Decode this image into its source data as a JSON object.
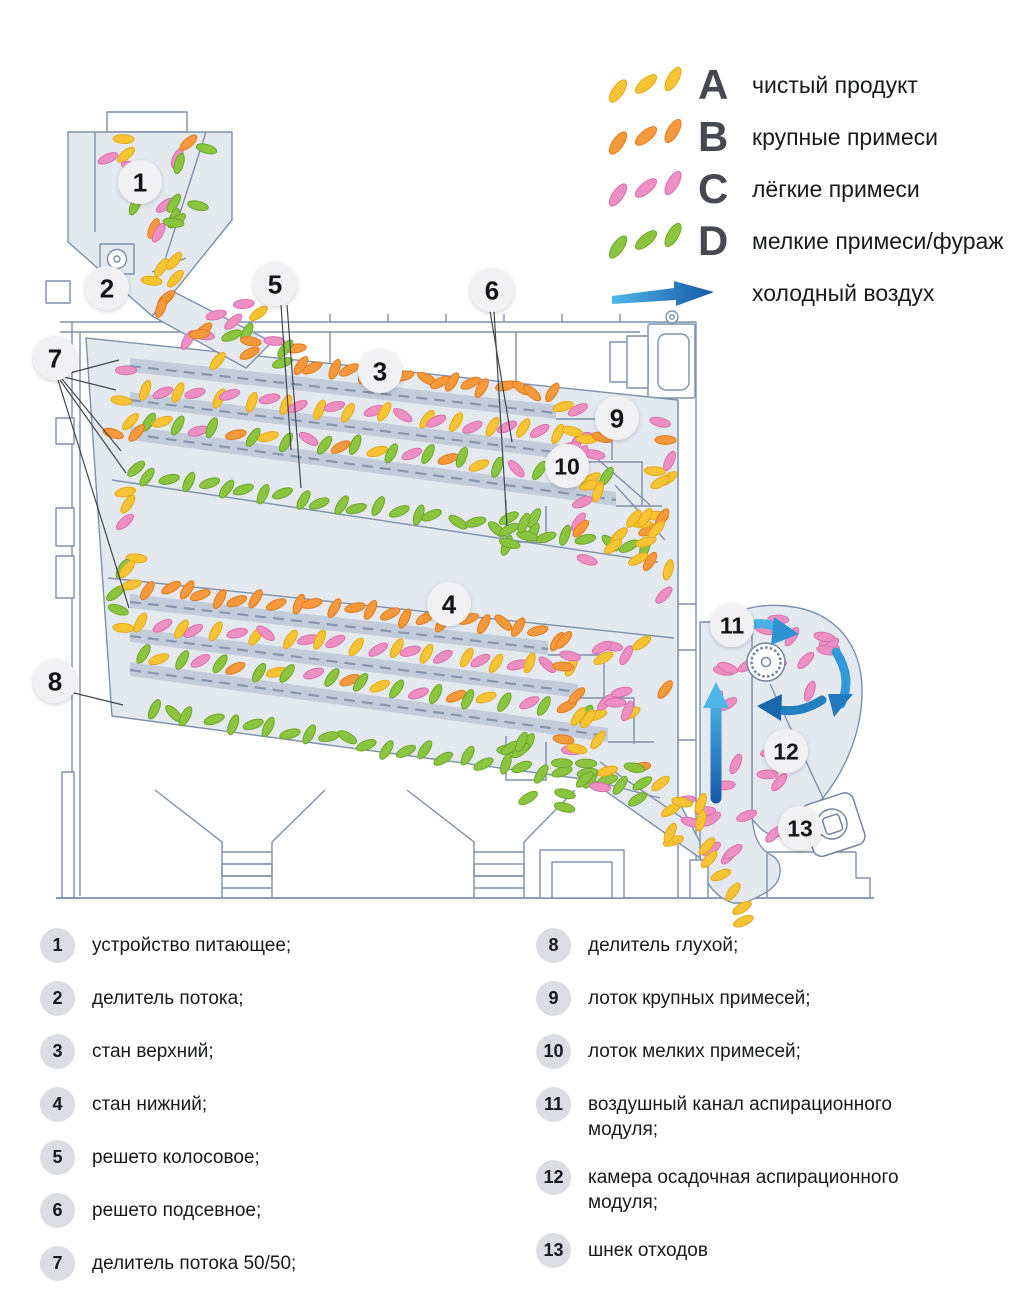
{
  "legend": {
    "items": [
      {
        "letter": "A",
        "label": "чистый продукт",
        "color": "yellow"
      },
      {
        "letter": "B",
        "label": "крупные примеси",
        "color": "orange"
      },
      {
        "letter": "C",
        "label": "лёгкие примеси",
        "color": "pink"
      },
      {
        "letter": "D",
        "label": "мелкие примеси/фураж",
        "color": "green"
      }
    ],
    "air_label": "холодный воздух"
  },
  "seed_colors": {
    "yellow": {
      "fill": "#F6C433",
      "stroke": "#E3A81C"
    },
    "orange": {
      "fill": "#F5993C",
      "stroke": "#E07B1E"
    },
    "pink": {
      "fill": "#EE8FC4",
      "stroke": "#DB6FAC"
    },
    "green": {
      "fill": "#8BC53F",
      "stroke": "#6FA52B"
    }
  },
  "air_colors": {
    "light": "#4FB6E9",
    "dark": "#1557A6"
  },
  "machine_colors": {
    "outline": "#7E90AB",
    "fill": "#E4E9F0",
    "sieve": "#C3CCDA",
    "badge": "#F1F1F4"
  },
  "diagram": {
    "badges": [
      "1",
      "2",
      "3",
      "4",
      "5",
      "6",
      "7",
      "8",
      "9",
      "10",
      "11",
      "12",
      "13"
    ]
  },
  "parts": {
    "left": [
      {
        "num": "1",
        "label": "устройство питающее;"
      },
      {
        "num": "2",
        "label": "делитель потока;"
      },
      {
        "num": "3",
        "label": "стан верхний;"
      },
      {
        "num": "4",
        "label": "стан нижний;"
      },
      {
        "num": "5",
        "label": "решето колосовое;"
      },
      {
        "num": "6",
        "label": "решето подсевное;"
      },
      {
        "num": "7",
        "label": "делитель потока 50/50;"
      }
    ],
    "right": [
      {
        "num": "8",
        "label": "делитель глухой;"
      },
      {
        "num": "9",
        "label": "лоток крупных примесей;"
      },
      {
        "num": "10",
        "label": "лоток мелких примесей;"
      },
      {
        "num": "11",
        "label": "воздушный канал аспирационного модуля;"
      },
      {
        "num": "12",
        "label": "камера осадочная аспирационного модуля;"
      },
      {
        "num": "13",
        "label": "шнек отходов"
      }
    ]
  }
}
